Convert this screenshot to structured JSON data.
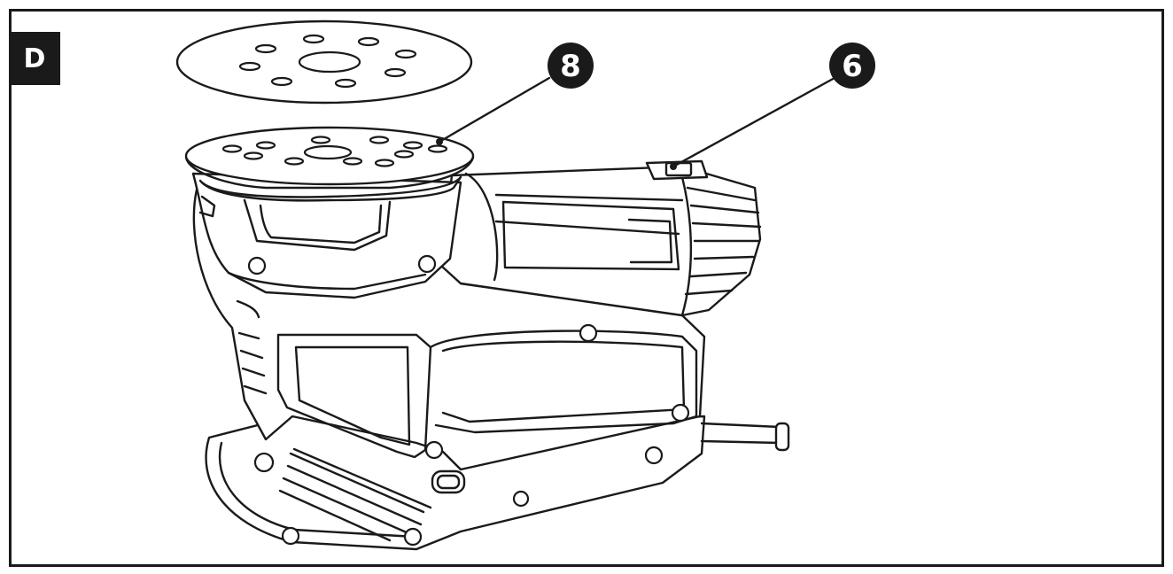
{
  "figure": {
    "panel_label": "D",
    "callouts": [
      {
        "number": "8"
      },
      {
        "number": "6"
      }
    ]
  },
  "colors": {
    "ink": "#1a1a1a",
    "paper": "#ffffff"
  }
}
